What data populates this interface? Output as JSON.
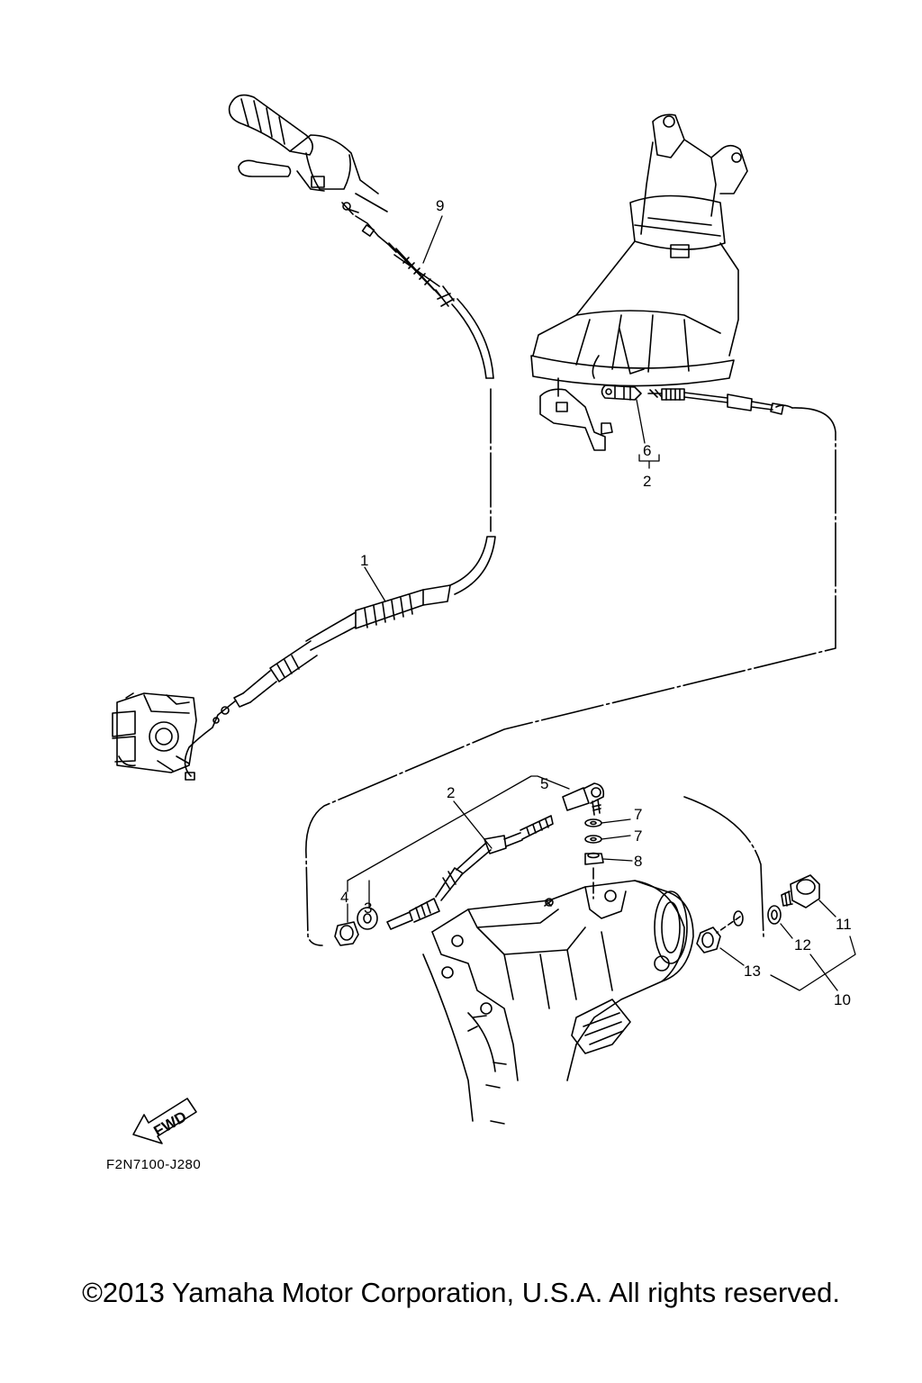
{
  "labels": {
    "l1": "1",
    "l2a": "2",
    "l2b": "2",
    "l3": "3",
    "l4": "4",
    "l5": "5",
    "l6": "6",
    "l7a": "7",
    "l7b": "7",
    "l8": "8",
    "l9": "9",
    "l10": "10",
    "l11": "11",
    "l12": "12",
    "l13": "13"
  },
  "fwd_text": "FWD",
  "diagram_code": "F2N7100-J280",
  "copyright": "©2013 Yamaha Motor Corporation, U.S.A. All rights reserved."
}
